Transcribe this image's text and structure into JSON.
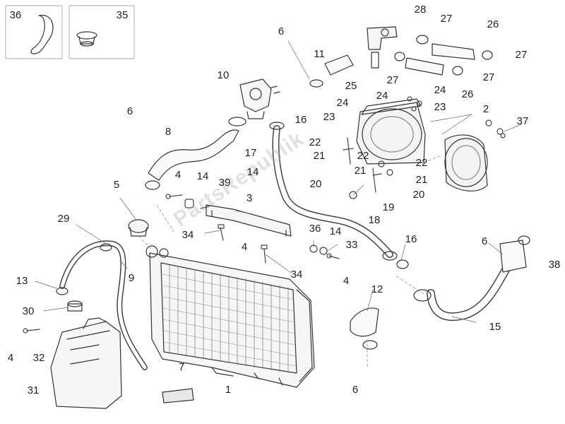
{
  "diagram": {
    "callouts": {
      "n36": "36",
      "n35": "35",
      "n28": "28",
      "n27a": "27",
      "n26a": "26",
      "n27b": "27",
      "n6a": "6",
      "n11": "11",
      "n25": "25",
      "n27c": "27",
      "n24a": "24",
      "n24b": "24",
      "n27d": "27",
      "n26b": "26",
      "n10": "10",
      "n6b": "6",
      "n16a": "16",
      "n23a": "23",
      "n23b": "23",
      "n2": "2",
      "n37": "37",
      "n8": "8",
      "n22a": "22",
      "n21a": "21",
      "n22b": "22",
      "n21b": "21",
      "n22c": "22",
      "n17": "17",
      "n14a": "14",
      "n4a": "4",
      "n14b": "14",
      "n39": "39",
      "n20a": "20",
      "n21c": "21",
      "n20b": "20",
      "n5": "5",
      "n3": "3",
      "n19": "19",
      "n18": "18",
      "n29": "29",
      "n34a": "34",
      "n36b": "36",
      "n14c": "14",
      "n33": "33",
      "n16b": "16",
      "n6c": "6",
      "n4b": "4",
      "n38": "38",
      "n9": "9",
      "n34b": "34",
      "n4c": "4",
      "n13": "13",
      "n12": "12",
      "n30": "30",
      "n15": "15",
      "n4d": "4",
      "n32": "32",
      "n7": "7",
      "n31": "31",
      "n1": "1",
      "n6d": "6"
    },
    "watermark": "PartsRepublik"
  }
}
